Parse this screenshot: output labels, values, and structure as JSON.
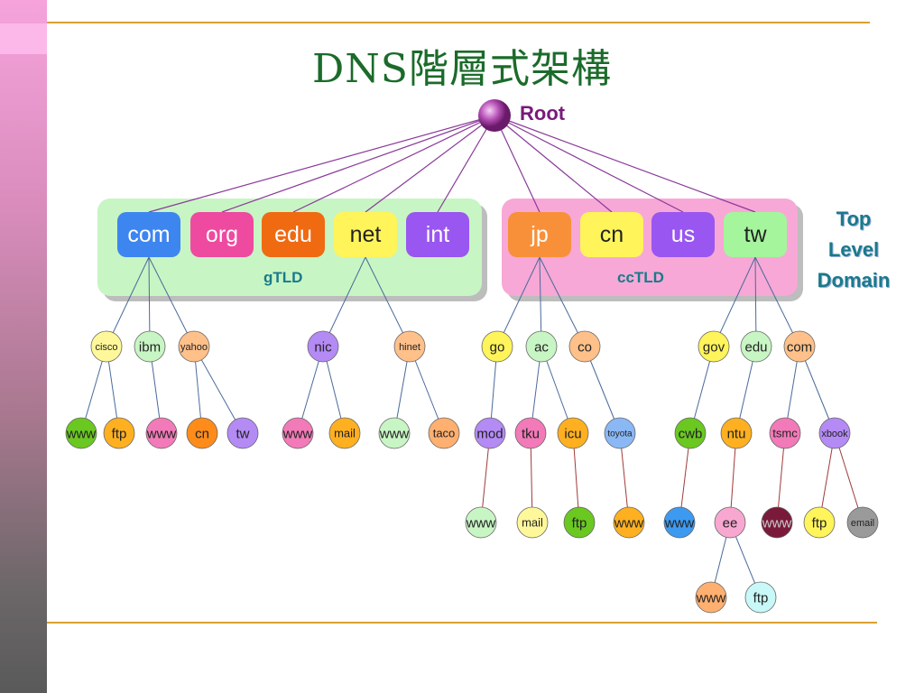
{
  "title": "DNS階層式架構",
  "root": {
    "label": "Root"
  },
  "gtld": {
    "label": "gTLD",
    "items": [
      {
        "label": "com",
        "color": "#3d86f0"
      },
      {
        "label": "org",
        "color": "#ee4aa0"
      },
      {
        "label": "edu",
        "color": "#f06a12"
      },
      {
        "label": "net",
        "color": "#fff45a"
      },
      {
        "label": "int",
        "color": "#9a56f0"
      }
    ]
  },
  "cctld": {
    "label": "ccTLD",
    "items": [
      {
        "label": "jp",
        "color": "#f8903a"
      },
      {
        "label": "cn",
        "color": "#fff45a"
      },
      {
        "label": "us",
        "color": "#9a56f0"
      },
      {
        "label": "tw",
        "color": "#a4f59c"
      }
    ]
  },
  "side_label": {
    "line1": "Top",
    "line2": "Level",
    "line3": "Domain"
  },
  "nodes_level2": [
    {
      "label": "cisco",
      "color": "#fff89a"
    },
    {
      "label": "ibm",
      "color": "#c8f5c4"
    },
    {
      "label": "yahoo",
      "color": "#ffc08a"
    },
    {
      "label": "nic",
      "color": "#b48af5"
    },
    {
      "label": "hinet",
      "color": "#ffc08a"
    },
    {
      "label": "go",
      "color": "#fff45a"
    },
    {
      "label": "ac",
      "color": "#c8f5c4"
    },
    {
      "label": "co",
      "color": "#ffc08a"
    },
    {
      "label": "gov",
      "color": "#fff45a"
    },
    {
      "label": "edu",
      "color": "#c8f5c4"
    },
    {
      "label": "com",
      "color": "#ffc08a"
    }
  ],
  "nodes_level3": [
    {
      "label": "www",
      "color": "#6ac820"
    },
    {
      "label": "ftp",
      "color": "#ffb020"
    },
    {
      "label": "www",
      "color": "#f27ab8"
    },
    {
      "label": "cn",
      "color": "#ff8c1a"
    },
    {
      "label": "tw",
      "color": "#b48af5"
    },
    {
      "label": "www",
      "color": "#f27ab8"
    },
    {
      "label": "mail",
      "color": "#ffb020"
    },
    {
      "label": "www",
      "color": "#c8f5c4"
    },
    {
      "label": "taco",
      "color": "#ffb070"
    },
    {
      "label": "mod",
      "color": "#b48af5"
    },
    {
      "label": "tku",
      "color": "#f27ab8"
    },
    {
      "label": "icu",
      "color": "#ffb020"
    },
    {
      "label": "toyota",
      "color": "#8ab8f5"
    },
    {
      "label": "cwb",
      "color": "#6ac820"
    },
    {
      "label": "ntu",
      "color": "#ffb020"
    },
    {
      "label": "tsmc",
      "color": "#f27ab8"
    },
    {
      "label": "xbook",
      "color": "#b48af5"
    }
  ],
  "nodes_level4": [
    {
      "label": "www",
      "color": "#c8f5c4"
    },
    {
      "label": "mail",
      "color": "#fff89a"
    },
    {
      "label": "ftp",
      "color": "#6ac820"
    },
    {
      "label": "www",
      "color": "#ffb020"
    },
    {
      "label": "www",
      "color": "#3d9af0"
    },
    {
      "label": "ee",
      "color": "#f8a8d0"
    },
    {
      "label": "www",
      "color": "#7a1a3a"
    },
    {
      "label": "ftp",
      "color": "#fff45a"
    },
    {
      "label": "email",
      "color": "#9a9a9a"
    }
  ],
  "nodes_level5": [
    {
      "label": "www",
      "color": "#ffb070"
    },
    {
      "label": "ftp",
      "color": "#c8f8f8"
    }
  ]
}
